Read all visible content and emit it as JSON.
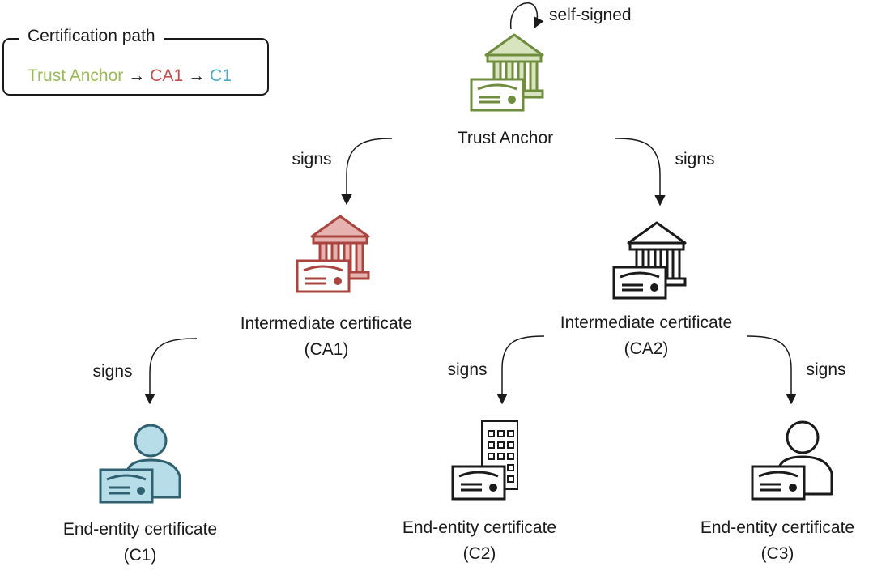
{
  "legend": {
    "title": "Certification path",
    "path": [
      {
        "text": "Trust Anchor",
        "color": "#9bbb59"
      },
      {
        "text": "CA1",
        "color": "#c0504d"
      },
      {
        "text": "C1",
        "color": "#4bacc6"
      }
    ],
    "arrow": "→"
  },
  "colors": {
    "trust_anchor_fill": "#d7e4bd",
    "trust_anchor_stroke": "#6f8c3f",
    "ca1_fill": "#e6b3b1",
    "ca1_stroke": "#a9443f",
    "ca2_fill": "#ffffff",
    "ca2_stroke": "#1a1a1a",
    "c1_fill": "#b7dde8",
    "c1_stroke": "#2f6170"
  },
  "self_signed": "self-signed",
  "edge_label": "signs",
  "nodes": {
    "trust_anchor": {
      "label": "Trust Anchor",
      "icon": "bank-certificate-icon"
    },
    "ca1": {
      "label1": "Intermediate certificate",
      "label2": "(CA1)",
      "icon": "bank-certificate-icon"
    },
    "ca2": {
      "label1": "Intermediate certificate",
      "label2": "(CA2)",
      "icon": "bank-certificate-icon"
    },
    "c1": {
      "label1": "End-entity certificate",
      "label2": "(C1)",
      "icon": "person-certificate-icon"
    },
    "c2": {
      "label1": "End-entity certificate",
      "label2": "(C2)",
      "icon": "building-certificate-icon"
    },
    "c3": {
      "label1": "End-entity certificate",
      "label2": "(C3)",
      "icon": "person-certificate-icon"
    }
  }
}
